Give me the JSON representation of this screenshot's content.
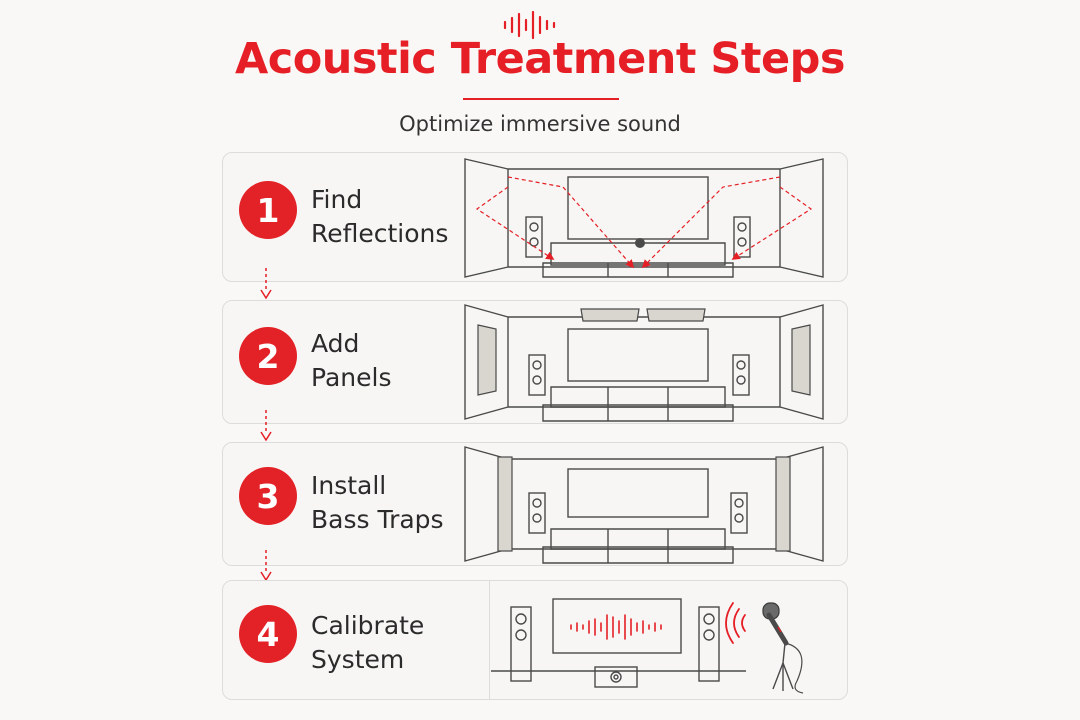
{
  "header": {
    "title": "Acoustic Treatment Steps",
    "subtitle": "Optimize immersive sound"
  },
  "steps": [
    {
      "number": "1",
      "line1": "Find",
      "line2": "Reflections"
    },
    {
      "number": "2",
      "line1": "Add",
      "line2": "Panels"
    },
    {
      "number": "3",
      "line1": "Install",
      "line2": "Bass Traps"
    },
    {
      "number": "4",
      "line1": "Calibrate",
      "line2": "System"
    }
  ],
  "colors": {
    "accent": "#e51f25",
    "line": "#4a4a4a",
    "panel": "#d9d5cf"
  }
}
